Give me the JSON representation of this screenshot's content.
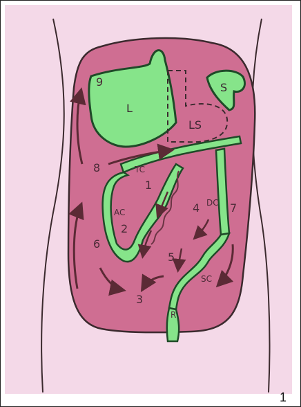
{
  "figure": {
    "number": "1"
  },
  "colors": {
    "paper": "#f4d9e8",
    "peritoneal_space": "#cf6e92",
    "organ_green": "#86e48a",
    "outline": "#3b2a2e",
    "arrow": "#5b2a35"
  },
  "organs": {
    "liver": "L",
    "lesser_sac": "LS",
    "spleen": "S",
    "transverse_colon": "TC",
    "ascending_colon": "AC",
    "descending_colon": "DC",
    "sigmoid_colon": "SC",
    "rectum": "R"
  },
  "pathways": {
    "p1": "1",
    "p2": "2",
    "p3": "3",
    "p4": "4",
    "p5": "5",
    "p6": "6",
    "p7": "7",
    "p8": "8",
    "p9": "9"
  }
}
